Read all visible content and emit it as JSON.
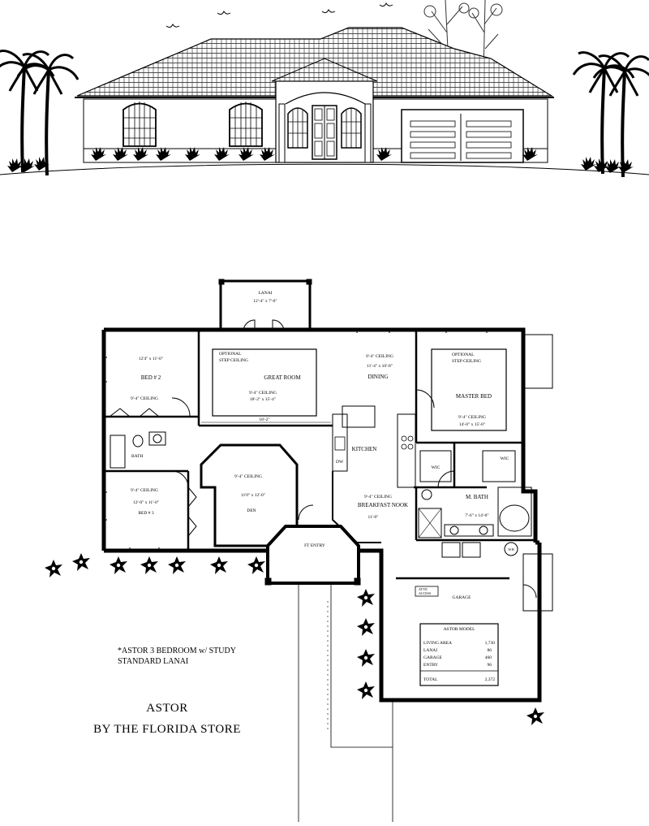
{
  "rooms": {
    "lanai": {
      "name": "LANAI",
      "size": "12'-4\" x 7'-0\""
    },
    "bed2": {
      "size": "12'4\" x 11'-0\"",
      "name": "BED # 2",
      "ceiling": "9'-4\" CEILING"
    },
    "great": {
      "optional1": "OPTIONAL",
      "optional2": "STEP CEILING",
      "name": "GREAT ROOM",
      "ceiling": "9'-4\" CEILING",
      "size": "18'-2\" x 15'-4\"",
      "width": "18'-2\""
    },
    "dining": {
      "ceiling": "9'-4\" CEILING",
      "size": "11'-4\" x 10'-8\"",
      "name": "DINING"
    },
    "master": {
      "optional1": "OPTIONAL",
      "optional2": "STEP CEILING",
      "name": "MASTER BED",
      "ceiling": "9'-4\" CEILING",
      "size": "14'-0\" x 15'-0\""
    },
    "bath": {
      "name": "BATH"
    },
    "kitchen": {
      "name": "KITCHEN",
      "dw": "DW"
    },
    "wic1": {
      "name": "WIC"
    },
    "wic2": {
      "name": "WIC"
    },
    "bed3": {
      "ceiling": "9'-4\" CEILING",
      "size": "12'-0\" x 11'-0\"",
      "name": "BED # 3"
    },
    "den": {
      "ceiling": "9'-4\" CEILING",
      "size": "11'0\" x 12'-0\"",
      "name": "DEN"
    },
    "nook": {
      "ceiling": "9'-4\" CEILING",
      "name": "BREAKFAST NOOK",
      "width": "11'-0\""
    },
    "mbath": {
      "name": "M. BATH",
      "size": "7'-6\" x 14'-0\""
    },
    "entry": {
      "name": "FT ENTRY"
    },
    "garage": {
      "name": "GARAGE",
      "attic1": "ATTIC",
      "attic2": "ACCESS",
      "wh": "WH"
    }
  },
  "area_table": {
    "title": "ASTOR MODEL",
    "rows": [
      {
        "label": "LIVING AREA",
        "value": "1,730"
      },
      {
        "label": "LANAI",
        "value": "86"
      },
      {
        "label": "GARAGE",
        "value": "460"
      },
      {
        "label": "ENTRY",
        "value": "96"
      }
    ],
    "total_label": "TOTAL",
    "total_value": "2,372"
  },
  "caption": {
    "line1": "*ASTOR 3 BEDROOM w/ STUDY",
    "line2": "STANDARD  LANAI"
  },
  "brand": {
    "line1": "ASTOR",
    "line2": "BY THE FLORIDA STORE"
  }
}
